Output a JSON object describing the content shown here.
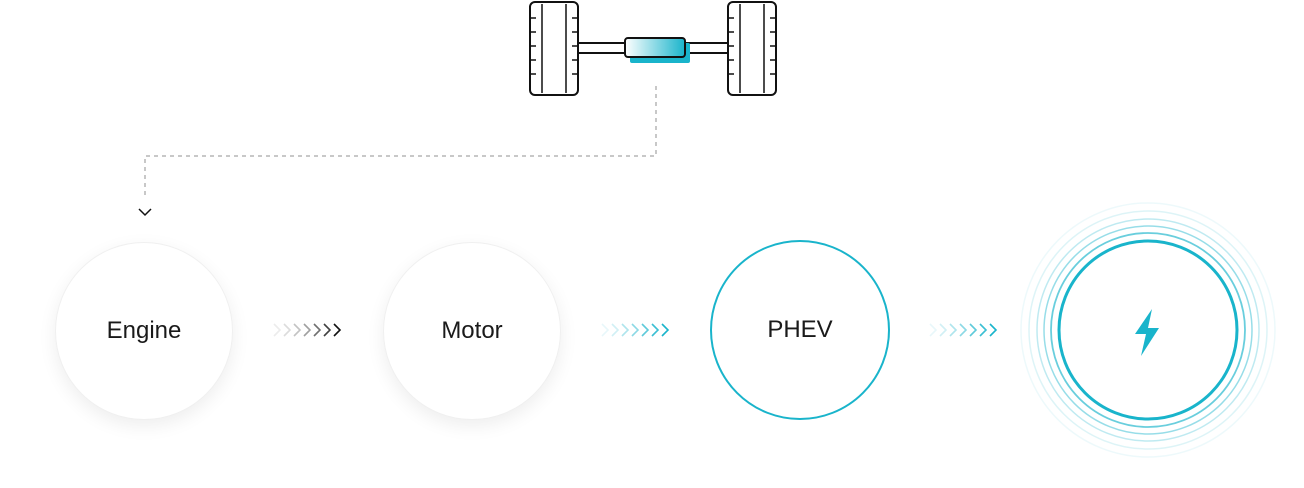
{
  "nodes": {
    "engine": {
      "label": "Engine"
    },
    "motor": {
      "label": "Motor"
    },
    "phev": {
      "label": "PHEV"
    },
    "ev": {
      "icon": "lightning-bolt-icon"
    }
  },
  "colors": {
    "accent": "#19b4cb",
    "text": "#1a1a1a",
    "line": "#111111",
    "dashed": "#b5b5b5"
  },
  "icons": [
    "drivetrain-axle-icon",
    "chevrons-right-icon",
    "lightning-bolt-icon",
    "chevron-down-icon"
  ]
}
